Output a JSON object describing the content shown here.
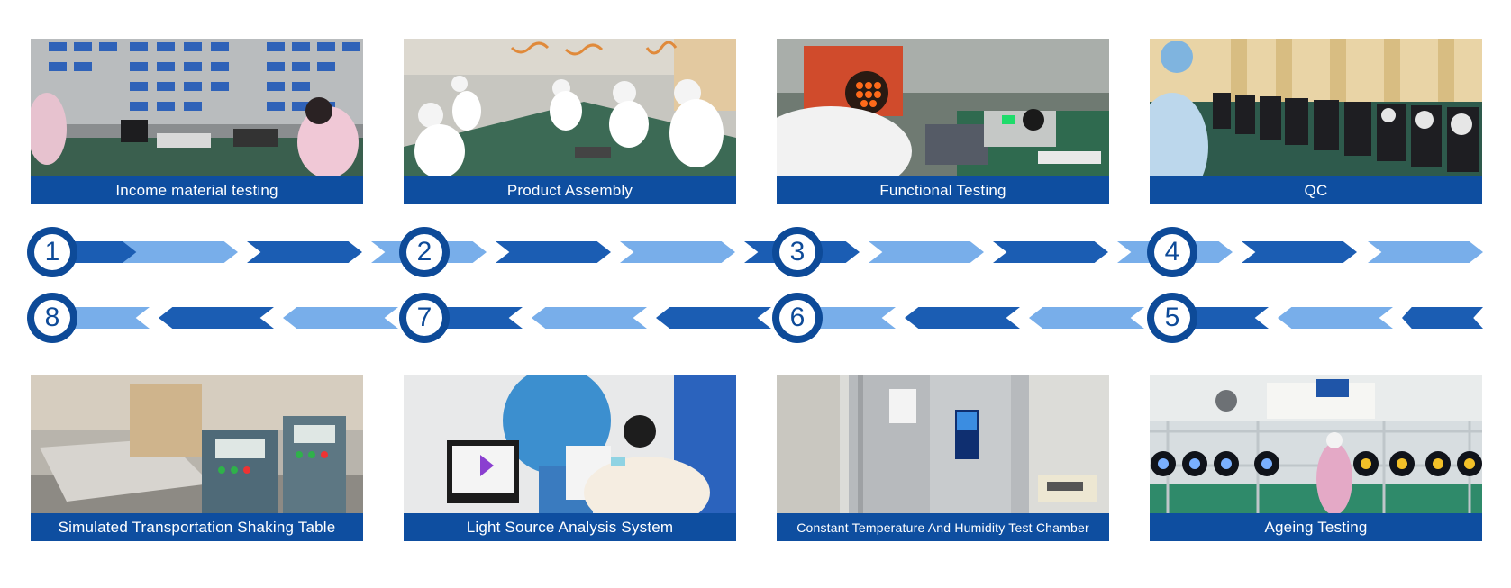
{
  "colors": {
    "caption_bg": "#0e4ea0",
    "chevron_dark": "#1b5db3",
    "chevron_light": "#78aeea",
    "step_ring": "#0d4a98"
  },
  "top_cards": [
    {
      "label": "Income material testing",
      "photo": "factory workbench with blue parts bins"
    },
    {
      "label": "Product Assembly",
      "photo": "assembly line workers in white"
    },
    {
      "label": "Functional Testing",
      "photo": "LED panel test with controller"
    },
    {
      "label": "QC",
      "photo": "rows of moving-head lights"
    }
  ],
  "bottom_cards": [
    {
      "label": "Simulated Transportation Shaking Table",
      "photo": "shaking table machines"
    },
    {
      "label": "Light Source Analysis System",
      "photo": "integrating sphere and monitor"
    },
    {
      "label": "Constant Temperature And Humidity Test Chamber",
      "photo": "steel climate chamber"
    },
    {
      "label": "Ageing Testing",
      "photo": "ageing rack of lights"
    }
  ],
  "steps_top": [
    "1",
    "2",
    "3",
    "4"
  ],
  "steps_bottom": [
    "8",
    "7",
    "6",
    "5"
  ]
}
